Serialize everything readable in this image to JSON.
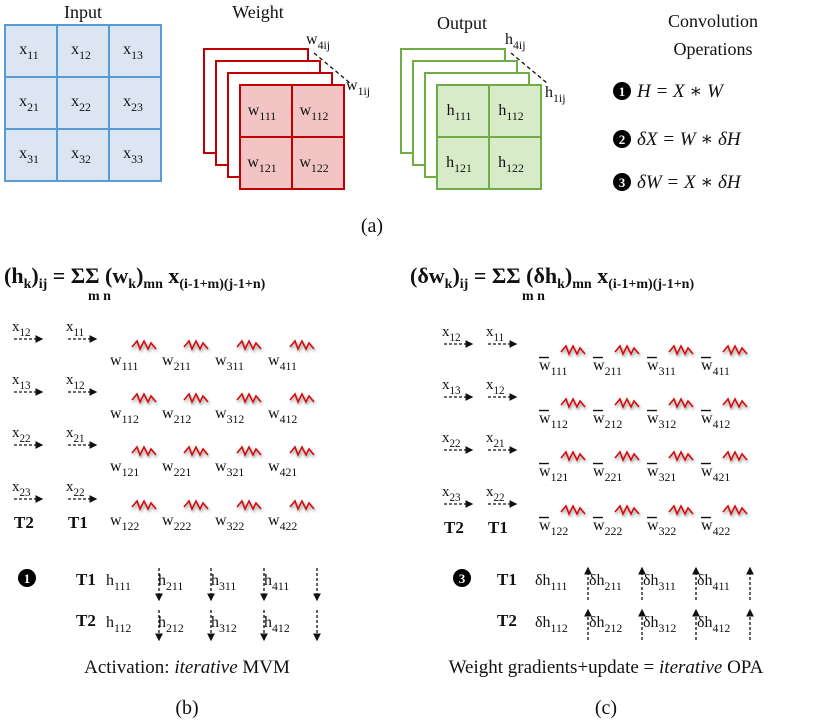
{
  "panel_a": {
    "input": {
      "title": "Input",
      "cells": [
        [
          "x",
          "11"
        ],
        [
          "x",
          "12"
        ],
        [
          "x",
          "13"
        ],
        [
          "x",
          "21"
        ],
        [
          "x",
          "22"
        ],
        [
          "x",
          "23"
        ],
        [
          "x",
          "31"
        ],
        [
          "x",
          "32"
        ],
        [
          "x",
          "33"
        ]
      ]
    },
    "weight": {
      "title": "Weight",
      "cells": [
        [
          "w",
          "111"
        ],
        [
          "w",
          "112"
        ],
        [
          "w",
          "121"
        ],
        [
          "w",
          "122"
        ]
      ],
      "back_label": [
        "w",
        "4ij"
      ],
      "front_label": [
        "w",
        "1ij"
      ]
    },
    "output": {
      "title": "Output",
      "cells": [
        [
          "h",
          "111"
        ],
        [
          "h",
          "112"
        ],
        [
          "h",
          "121"
        ],
        [
          "h",
          "122"
        ]
      ],
      "back_label": [
        "h",
        "4ij"
      ],
      "front_label": [
        "h",
        "1ij"
      ]
    },
    "ops": {
      "title_line1": "Convolution",
      "title_line2": "Operations",
      "items": [
        {
          "num": "1",
          "text": "H = X ∗ W"
        },
        {
          "num": "2",
          "text": "δX = W ∗ δH"
        },
        {
          "num": "3",
          "text": "δW = X ∗ δH"
        }
      ]
    },
    "caption": "(a)"
  },
  "panel_b": {
    "formula": {
      "lhs": "(h",
      "lhs_k": "k",
      "lhs_close": ")",
      "lhs_ij": "ij",
      "eq": " = ΣΣ (w",
      "w_k": "k",
      "w_close": ")",
      "mn": "mn",
      "x": " x",
      "xsub": "(i-1+m)(j-1+n)",
      "m": "m",
      "n": "n"
    },
    "col_t2": [
      [
        "x",
        "12"
      ],
      [
        "x",
        "13"
      ],
      [
        "x",
        "22"
      ],
      [
        "x",
        "23"
      ]
    ],
    "col_t1": [
      [
        "x",
        "11"
      ],
      [
        "x",
        "12"
      ],
      [
        "x",
        "21"
      ],
      [
        "x",
        "22"
      ]
    ],
    "t2_label": "T2",
    "t1_label": "T1",
    "weights": [
      [
        [
          "w",
          "111"
        ],
        [
          "w",
          "211"
        ],
        [
          "w",
          "311"
        ],
        [
          "w",
          "411"
        ]
      ],
      [
        [
          "w",
          "112"
        ],
        [
          "w",
          "212"
        ],
        [
          "w",
          "312"
        ],
        [
          "w",
          "412"
        ]
      ],
      [
        [
          "w",
          "121"
        ],
        [
          "w",
          "221"
        ],
        [
          "w",
          "321"
        ],
        [
          "w",
          "421"
        ]
      ],
      [
        [
          "w",
          "122"
        ],
        [
          "w",
          "222"
        ],
        [
          "w",
          "322"
        ],
        [
          "w",
          "422"
        ]
      ]
    ],
    "step_num": "1",
    "out_t1": [
      [
        "h",
        "111"
      ],
      [
        "h",
        "211"
      ],
      [
        "h",
        "311"
      ],
      [
        "h",
        "411"
      ]
    ],
    "out_t2": [
      [
        "h",
        "112"
      ],
      [
        "h",
        "212"
      ],
      [
        "h",
        "312"
      ],
      [
        "h",
        "412"
      ]
    ],
    "caption_pre": "Activation: ",
    "caption_it": "iterative",
    "caption_post": " MVM",
    "label": "(b)"
  },
  "panel_c": {
    "formula": {
      "lhs": "(δw",
      "lhs_k": "k",
      "lhs_close": ")",
      "lhs_ij": "ij",
      "eq": " = ΣΣ (δh",
      "w_k": "k",
      "w_close": ")",
      "mn": "mn",
      "x": " x",
      "xsub": "(i-1+m)(j-1+n)",
      "m": "m",
      "n": "n"
    },
    "col_t2": [
      [
        "x",
        "12"
      ],
      [
        "x",
        "13"
      ],
      [
        "x",
        "22"
      ],
      [
        "x",
        "23"
      ]
    ],
    "col_t1": [
      [
        "x",
        "11"
      ],
      [
        "x",
        "12"
      ],
      [
        "x",
        "21"
      ],
      [
        "x",
        "22"
      ]
    ],
    "t2_label": "T2",
    "t1_label": "T1",
    "weights": [
      [
        [
          "w",
          "111"
        ],
        [
          "w",
          "211"
        ],
        [
          "w",
          "311"
        ],
        [
          "w",
          "411"
        ]
      ],
      [
        [
          "w",
          "112"
        ],
        [
          "w",
          "212"
        ],
        [
          "w",
          "312"
        ],
        [
          "w",
          "412"
        ]
      ],
      [
        [
          "w",
          "121"
        ],
        [
          "w",
          "221"
        ],
        [
          "w",
          "321"
        ],
        [
          "w",
          "421"
        ]
      ],
      [
        [
          "w",
          "122"
        ],
        [
          "w",
          "222"
        ],
        [
          "w",
          "322"
        ],
        [
          "w",
          "422"
        ]
      ]
    ],
    "step_num": "3",
    "out_t1": [
      [
        "δh",
        "111"
      ],
      [
        "δh",
        "211"
      ],
      [
        "δh",
        "311"
      ],
      [
        "δh",
        "411"
      ]
    ],
    "out_t2": [
      [
        "δh",
        "112"
      ],
      [
        "δh",
        "212"
      ],
      [
        "δh",
        "312"
      ],
      [
        "δh",
        "412"
      ]
    ],
    "caption_pre": "Weight gradients+update = ",
    "caption_it": "iterative",
    "caption_post": " OPA",
    "label": "(c)"
  },
  "colors": {
    "input_fill": "#dce6f2",
    "input_stroke": "#5b9bd5",
    "weight_fill": "#f2c4c4",
    "weight_stroke": "#c00000",
    "output_fill": "#d8ebc9",
    "output_stroke": "#70ad47",
    "resistor": "#d01010",
    "ink": "#111111"
  }
}
